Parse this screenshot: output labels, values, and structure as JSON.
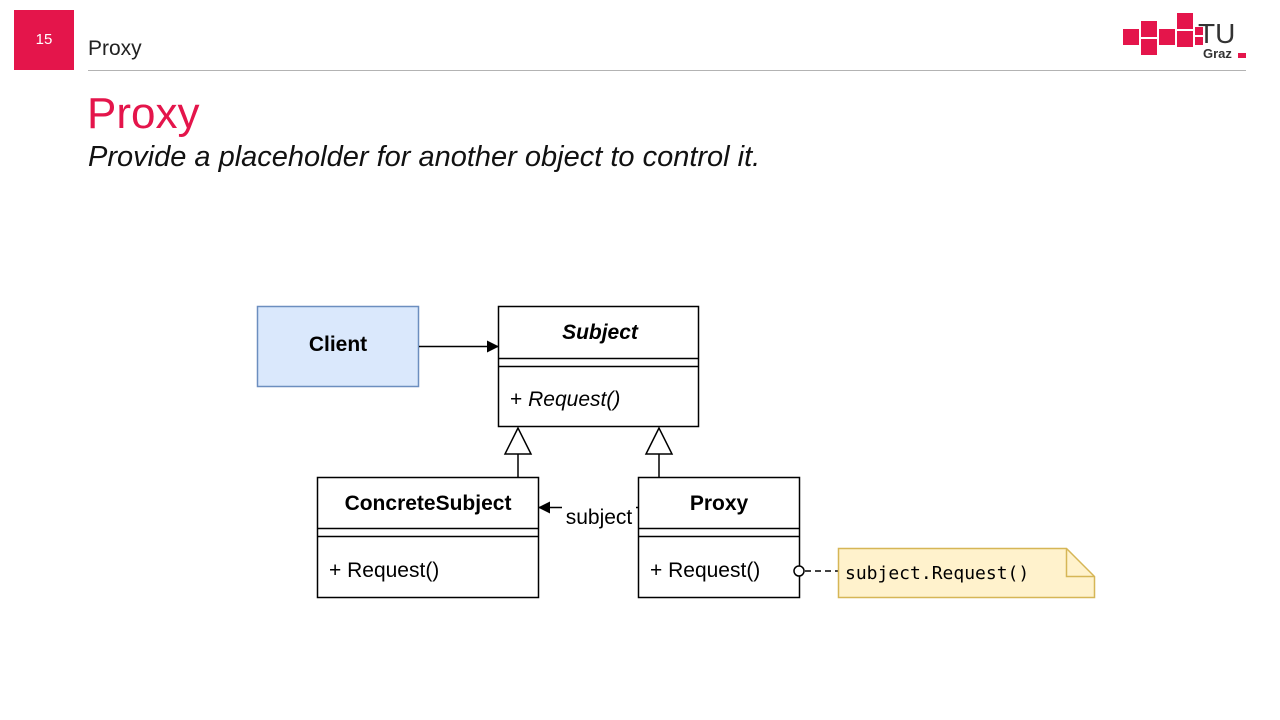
{
  "header": {
    "slide_number": "15",
    "section_title": "Proxy",
    "logo": {
      "line1": "TU",
      "line2": "Graz",
      "accent": "#e4154b"
    }
  },
  "slide": {
    "title": "Proxy",
    "subtitle": "Provide a placeholder for another object to control it."
  },
  "diagram": {
    "client": {
      "name": "Client"
    },
    "subject": {
      "name": "Subject",
      "operation": "+ Request()",
      "operation_prefix": "+ ",
      "operation_name": "Request()"
    },
    "concrete_subject": {
      "name": "ConcreteSubject",
      "operation": "+ Request()"
    },
    "proxy": {
      "name": "Proxy",
      "operation": "+ Request()"
    },
    "association_label": "subject",
    "note": "subject.Request()"
  },
  "colors": {
    "accent": "#e4154b",
    "client_fill": "#dae8fc",
    "client_stroke": "#6c8ebf",
    "note_fill": "#fff2cc",
    "note_stroke": "#d6b656"
  }
}
